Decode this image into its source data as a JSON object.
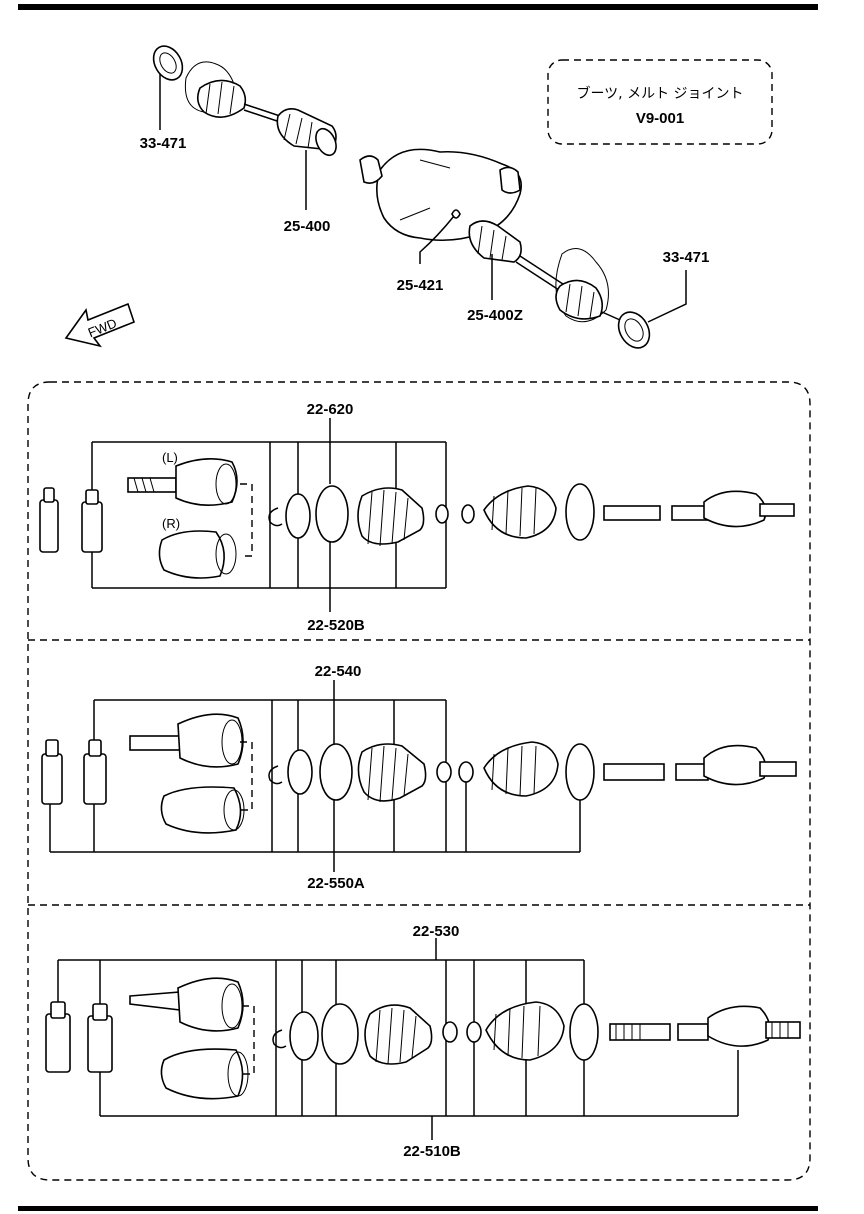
{
  "note_box": {
    "line1": "ブーツ, メルト ジョイント",
    "line2": "V9-001"
  },
  "fwd_label": "FWD",
  "top_labels": {
    "seal_left": "33-471",
    "shaft_left": "25-400",
    "clip": "25-421",
    "shaft_right": "25-400Z",
    "seal_right": "33-471"
  },
  "section1": {
    "top_label": "22-620",
    "bottom_label": "22-520B",
    "left_tag": "(L)",
    "right_tag": "(R)"
  },
  "section2": {
    "top_label": "22-540",
    "bottom_label": "22-550A"
  },
  "section3": {
    "top_label": "22-530",
    "bottom_label": "22-510B"
  }
}
